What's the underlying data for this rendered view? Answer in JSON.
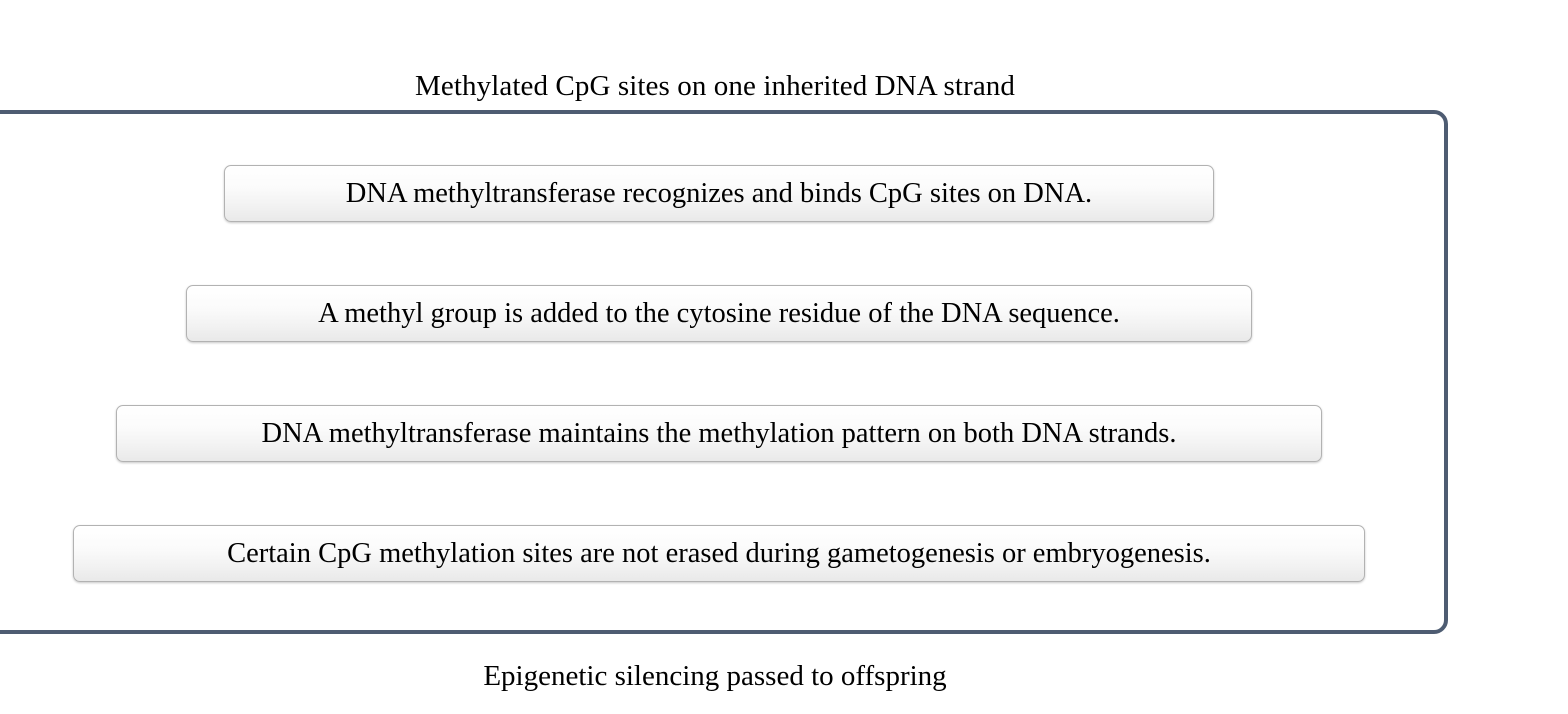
{
  "diagram": {
    "title": "Methylated CpG sites on one inherited DNA strand",
    "footer": "Epigenetic silencing passed to offspring",
    "container_border_color": "#4e5c72",
    "step_border_color": "#b2b2b2",
    "step_gradient_top": "#ffffff",
    "step_gradient_bottom": "#e9e9e9",
    "text_color": "#000000",
    "background_color": "#ffffff",
    "steps": [
      {
        "index": "1",
        "label": "DNA methyltransferase recognizes and binds CpG sites on DNA."
      },
      {
        "index": "2",
        "label": "A methyl group is added to the cytosine residue of the DNA sequence."
      },
      {
        "index": "3",
        "label": "DNA methyltransferase maintains the methylation pattern on both DNA strands."
      },
      {
        "index": "4",
        "label": "Certain CpG methylation sites are not erased during gametogenesis or embryogenesis."
      }
    ]
  }
}
